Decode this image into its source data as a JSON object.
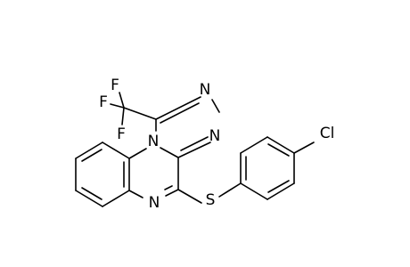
{
  "molecule": {
    "atoms": {
      "f1": "F",
      "f2": "F",
      "f3": "F",
      "n_triazole_top": "N",
      "n_triazole_right": "N",
      "n_fused": "N",
      "n_quinoxaline": "N",
      "s": "S",
      "cl": "Cl"
    }
  },
  "colors": {
    "bond": "#000000",
    "label": "#000000",
    "background": "#ffffff"
  }
}
